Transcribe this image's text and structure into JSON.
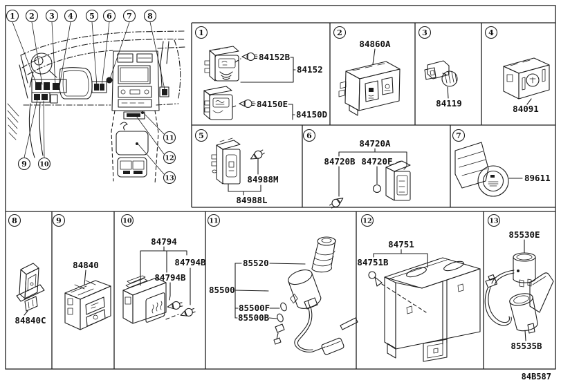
{
  "page": {
    "footer_code": "84B587",
    "line_color": "#1c1c1c",
    "background": "#ffffff"
  },
  "dashboard": {
    "callouts": [
      "1",
      "2",
      "3",
      "4",
      "5",
      "6",
      "7",
      "8",
      "9",
      "10",
      "11",
      "12",
      "13"
    ]
  },
  "panels": [
    {
      "num": "1",
      "labels": {
        "bulb_a": "84152B",
        "switch_a": "84152",
        "bulb_b": "84150E",
        "switch_b": "84150D"
      }
    },
    {
      "num": "2",
      "labels": {
        "assembly": "84860A"
      }
    },
    {
      "num": "3",
      "labels": {
        "rheostat": "84119"
      }
    },
    {
      "num": "4",
      "labels": {
        "switch": "84091"
      }
    },
    {
      "num": "5",
      "labels": {
        "bulb": "84988M",
        "switch": "84988L"
      }
    },
    {
      "num": "6",
      "labels": {
        "assembly": "84720A",
        "bulb_left": "84720B",
        "bulb_mid": "84720F"
      }
    },
    {
      "num": "7",
      "labels": {
        "switch": "89611"
      }
    },
    {
      "num": "8",
      "labels": {
        "switch": "84840C"
      }
    },
    {
      "num": "9",
      "labels": {
        "switch": "84840"
      }
    },
    {
      "num": "10",
      "labels": {
        "switch": "84794",
        "bulb_right": "84794B",
        "bulb_mid": "84794B"
      }
    },
    {
      "num": "11",
      "labels": {
        "plug": "85520",
        "socket_assembly": "85500",
        "part_f": "85500F",
        "part_b": "85500B"
      }
    },
    {
      "num": "12",
      "labels": {
        "computer": "84751",
        "screw": "84751B"
      }
    },
    {
      "num": "13",
      "labels": {
        "socket": "85530E",
        "cover": "85535B"
      }
    }
  ]
}
